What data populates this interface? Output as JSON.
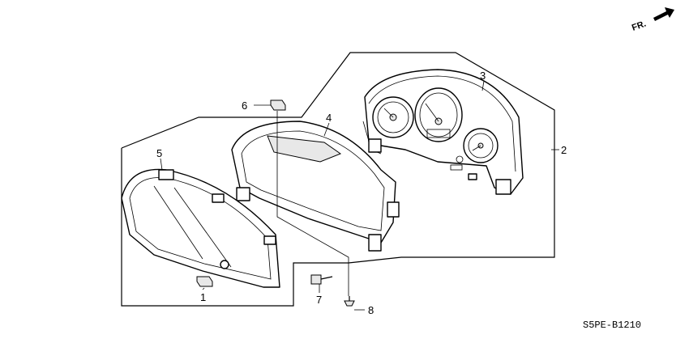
{
  "diagram": {
    "direction_label": "FR.",
    "code": "S5PE-B1210",
    "callouts": [
      "1",
      "2",
      "3",
      "4",
      "5",
      "6",
      "7",
      "8"
    ]
  }
}
